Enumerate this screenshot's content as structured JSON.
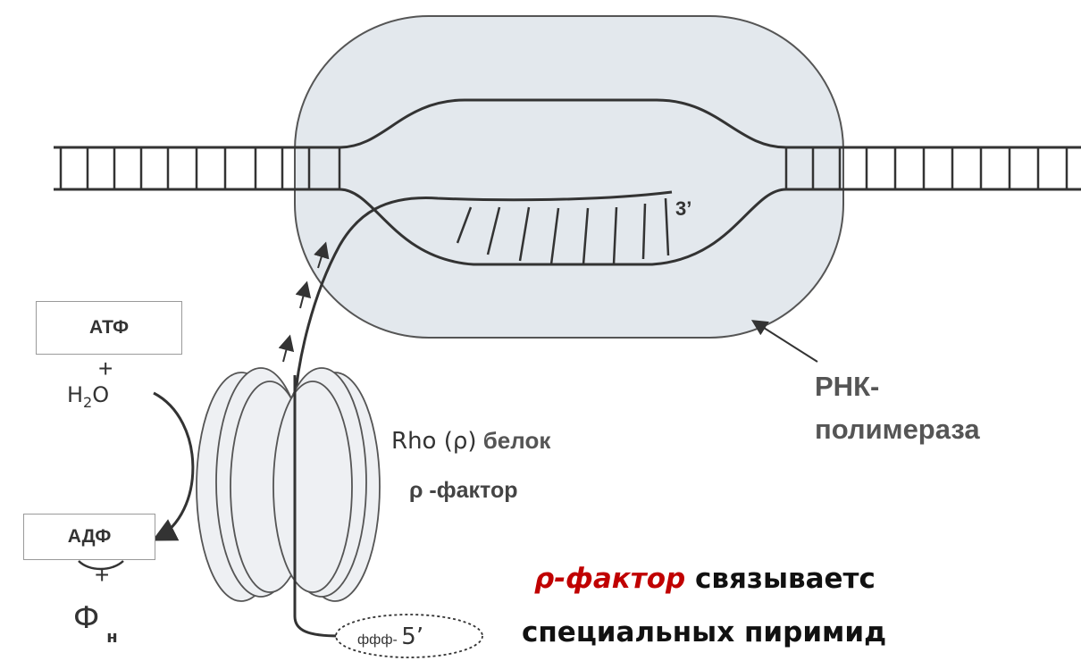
{
  "colors": {
    "line": "#333333",
    "polymerase_fill": "#e3e8ed",
    "polymerase_stroke": "#555555",
    "rho_fill": "#eef0f3",
    "accent": "#c00000",
    "caption_text": "#111111"
  },
  "labels": {
    "atp": "АТФ",
    "plus1": "+",
    "h2o_h": "H",
    "h2o_sub": "2",
    "h2o_o": "O",
    "adp": "АДФ",
    "plus2": "+",
    "phi": "Ф",
    "phi_sub": "н",
    "three_prime": "3’",
    "rho_line1_prefix": "Rho (ρ)",
    "rho_line1_suffix": "белок",
    "rho_line2": "ρ -фактор",
    "rnap_line1": "РНК-",
    "rnap_line2": "полимераза",
    "cap5_prefix": "ффф-",
    "cap5_num": "5’",
    "caption_line1_accent": "ρ-фактор",
    "caption_line1_rest": "связываетс",
    "caption_line2": "специальных пиримид"
  }
}
